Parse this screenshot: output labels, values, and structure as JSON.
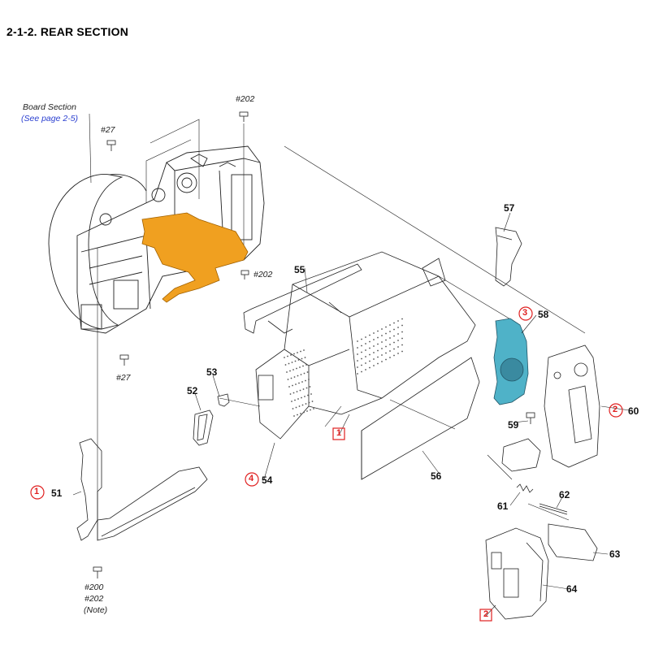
{
  "title": "2-1-2. REAR SECTION",
  "board_section": {
    "label": "Board Section",
    "link": "(See page 2-5)"
  },
  "hardware": {
    "screw_202_top": "#202",
    "screw_27_top": "#27",
    "screw_202_mid": "#202",
    "screw_27_bottom": "#27",
    "bottom_line1": "#200",
    "bottom_line2": "#202",
    "bottom_line3": "(Note)"
  },
  "parts": {
    "p51": "51",
    "p52": "52",
    "p53": "53",
    "p54": "54",
    "p55": "55",
    "p56": "56",
    "p57": "57",
    "p58": "58",
    "p59": "59",
    "p60": "60",
    "p61": "61",
    "p62": "62",
    "p63": "63",
    "p64": "64"
  },
  "markers": {
    "circle1": "1",
    "circle2": "2",
    "circle3": "3",
    "circle4": "4",
    "box1": "1",
    "box2": "2"
  },
  "colors": {
    "flex_board": "#f0a020",
    "dial_part": "#4fb2c8",
    "marker_red": "#e02020",
    "link_blue": "#2a3fd0",
    "line": "#222222"
  }
}
